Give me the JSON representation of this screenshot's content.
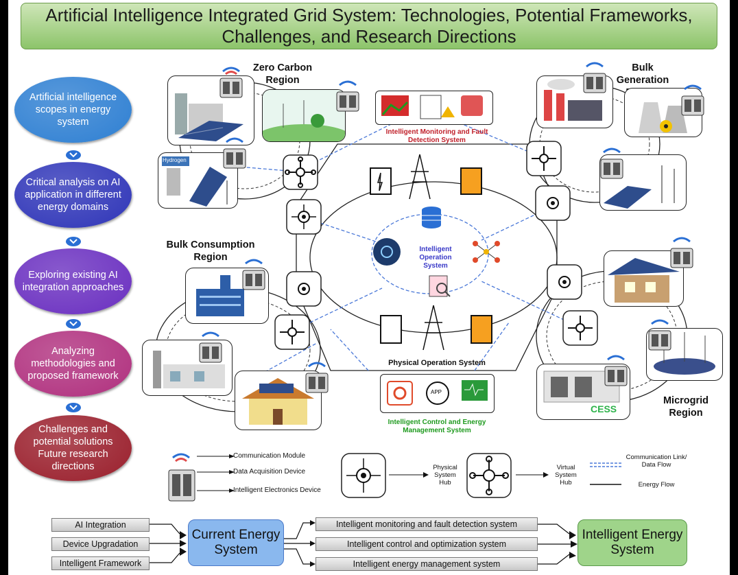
{
  "title": "Artificial Intelligence Integrated Grid System: Technologies, Potential Frameworks, Challenges, and Research Directions",
  "steps": [
    {
      "label": "Artificial intelligence scopes in energy system",
      "color": "#2e7fd2"
    },
    {
      "label": "Critical analysis on AI application in different energy domains",
      "color": "#2f35b8"
    },
    {
      "label": "Exploring existing AI integration approaches",
      "color": "#6a2fc0"
    },
    {
      "label": "Analyzing methodologies and proposed framework",
      "color": "#b0307e"
    },
    {
      "label": "Challenges and potential solutions Future research directions",
      "color": "#9a1f2c"
    }
  ],
  "regions": {
    "zero_carbon": "Zero Carbon Region",
    "bulk_generation": "Bulk Generation Region",
    "bulk_consumption": "Bulk Consumption Region",
    "microgrid": "Microgrid Region"
  },
  "systems": {
    "monitoring": "Intelligent Monitoring and Fault Detection System",
    "operation": "Intelligent Operation System",
    "physical": "Physical Operation System",
    "control": "Intelligent Control and Energy Management System"
  },
  "image_text": {
    "hydrogen": "Hydrogen",
    "cess": "CESS",
    "app": "APP"
  },
  "legend": {
    "communication_module": "Communication Module",
    "data_acquisition": "Data Acquisition Device",
    "ied": "Intelligent Electronics Device",
    "physical_hub": "Physical System Hub",
    "virtual_hub": "Virtual System Hub",
    "comm_link": "Communication Link/ Data Flow",
    "energy_flow": "Energy Flow"
  },
  "flow": {
    "inputs": [
      "AI Integration",
      "Device Upgradation",
      "Intelligent Framework"
    ],
    "current": "Current Energy System",
    "systems": [
      "Intelligent monitoring and fault detection system",
      "Intelligent control and optimization system",
      "Intelligent energy management system"
    ],
    "result": "Intelligent Energy System"
  },
  "colors": {
    "title_green": "#8cc46a",
    "monitoring_red": "#c0202a",
    "operation_blue": "#3a3ac8",
    "control_green": "#1e9a1e",
    "comm_link_blue": "#4a78d8",
    "current_box_blue": "#8ab8ee",
    "result_box_green": "#9fd48a"
  }
}
